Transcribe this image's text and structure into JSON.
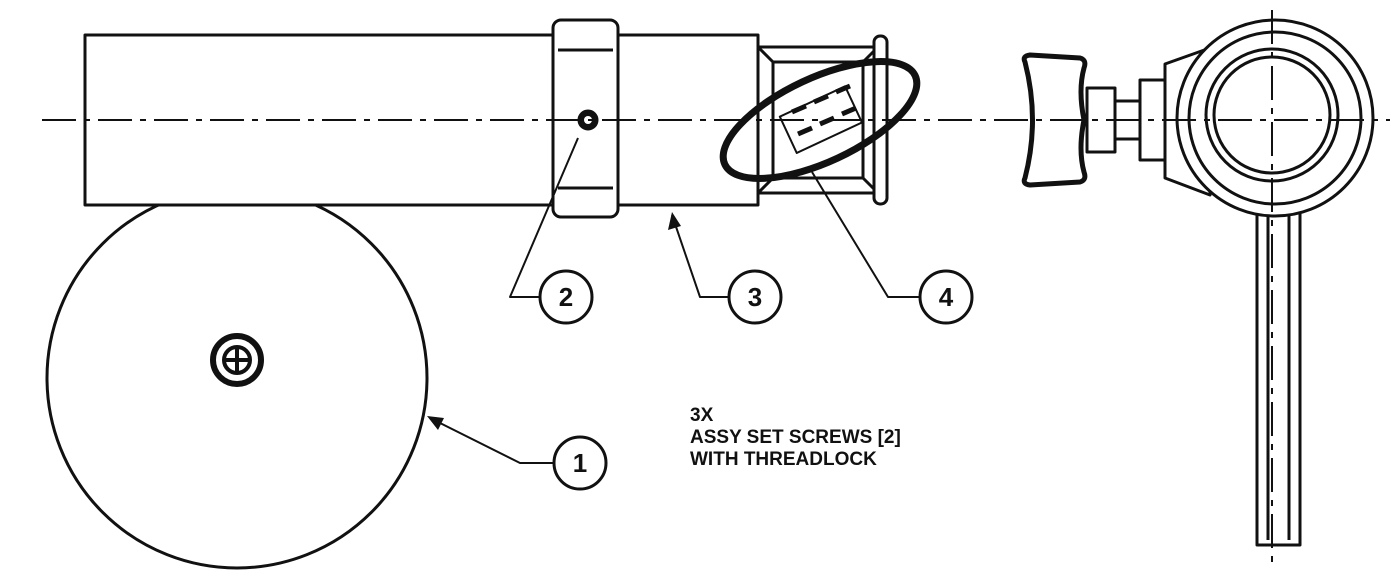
{
  "colors": {
    "line": "#111111",
    "background": "#ffffff"
  },
  "callouts": [
    {
      "number": "1",
      "part": "wheel"
    },
    {
      "number": "2",
      "part": "set-screw"
    },
    {
      "number": "3",
      "part": "sleeve"
    },
    {
      "number": "4",
      "part": "logo-insert"
    }
  ],
  "note": {
    "line1": "3X",
    "line2": "ASSY SET SCREWS [2]",
    "line3": "WITH THREADLOCK"
  }
}
